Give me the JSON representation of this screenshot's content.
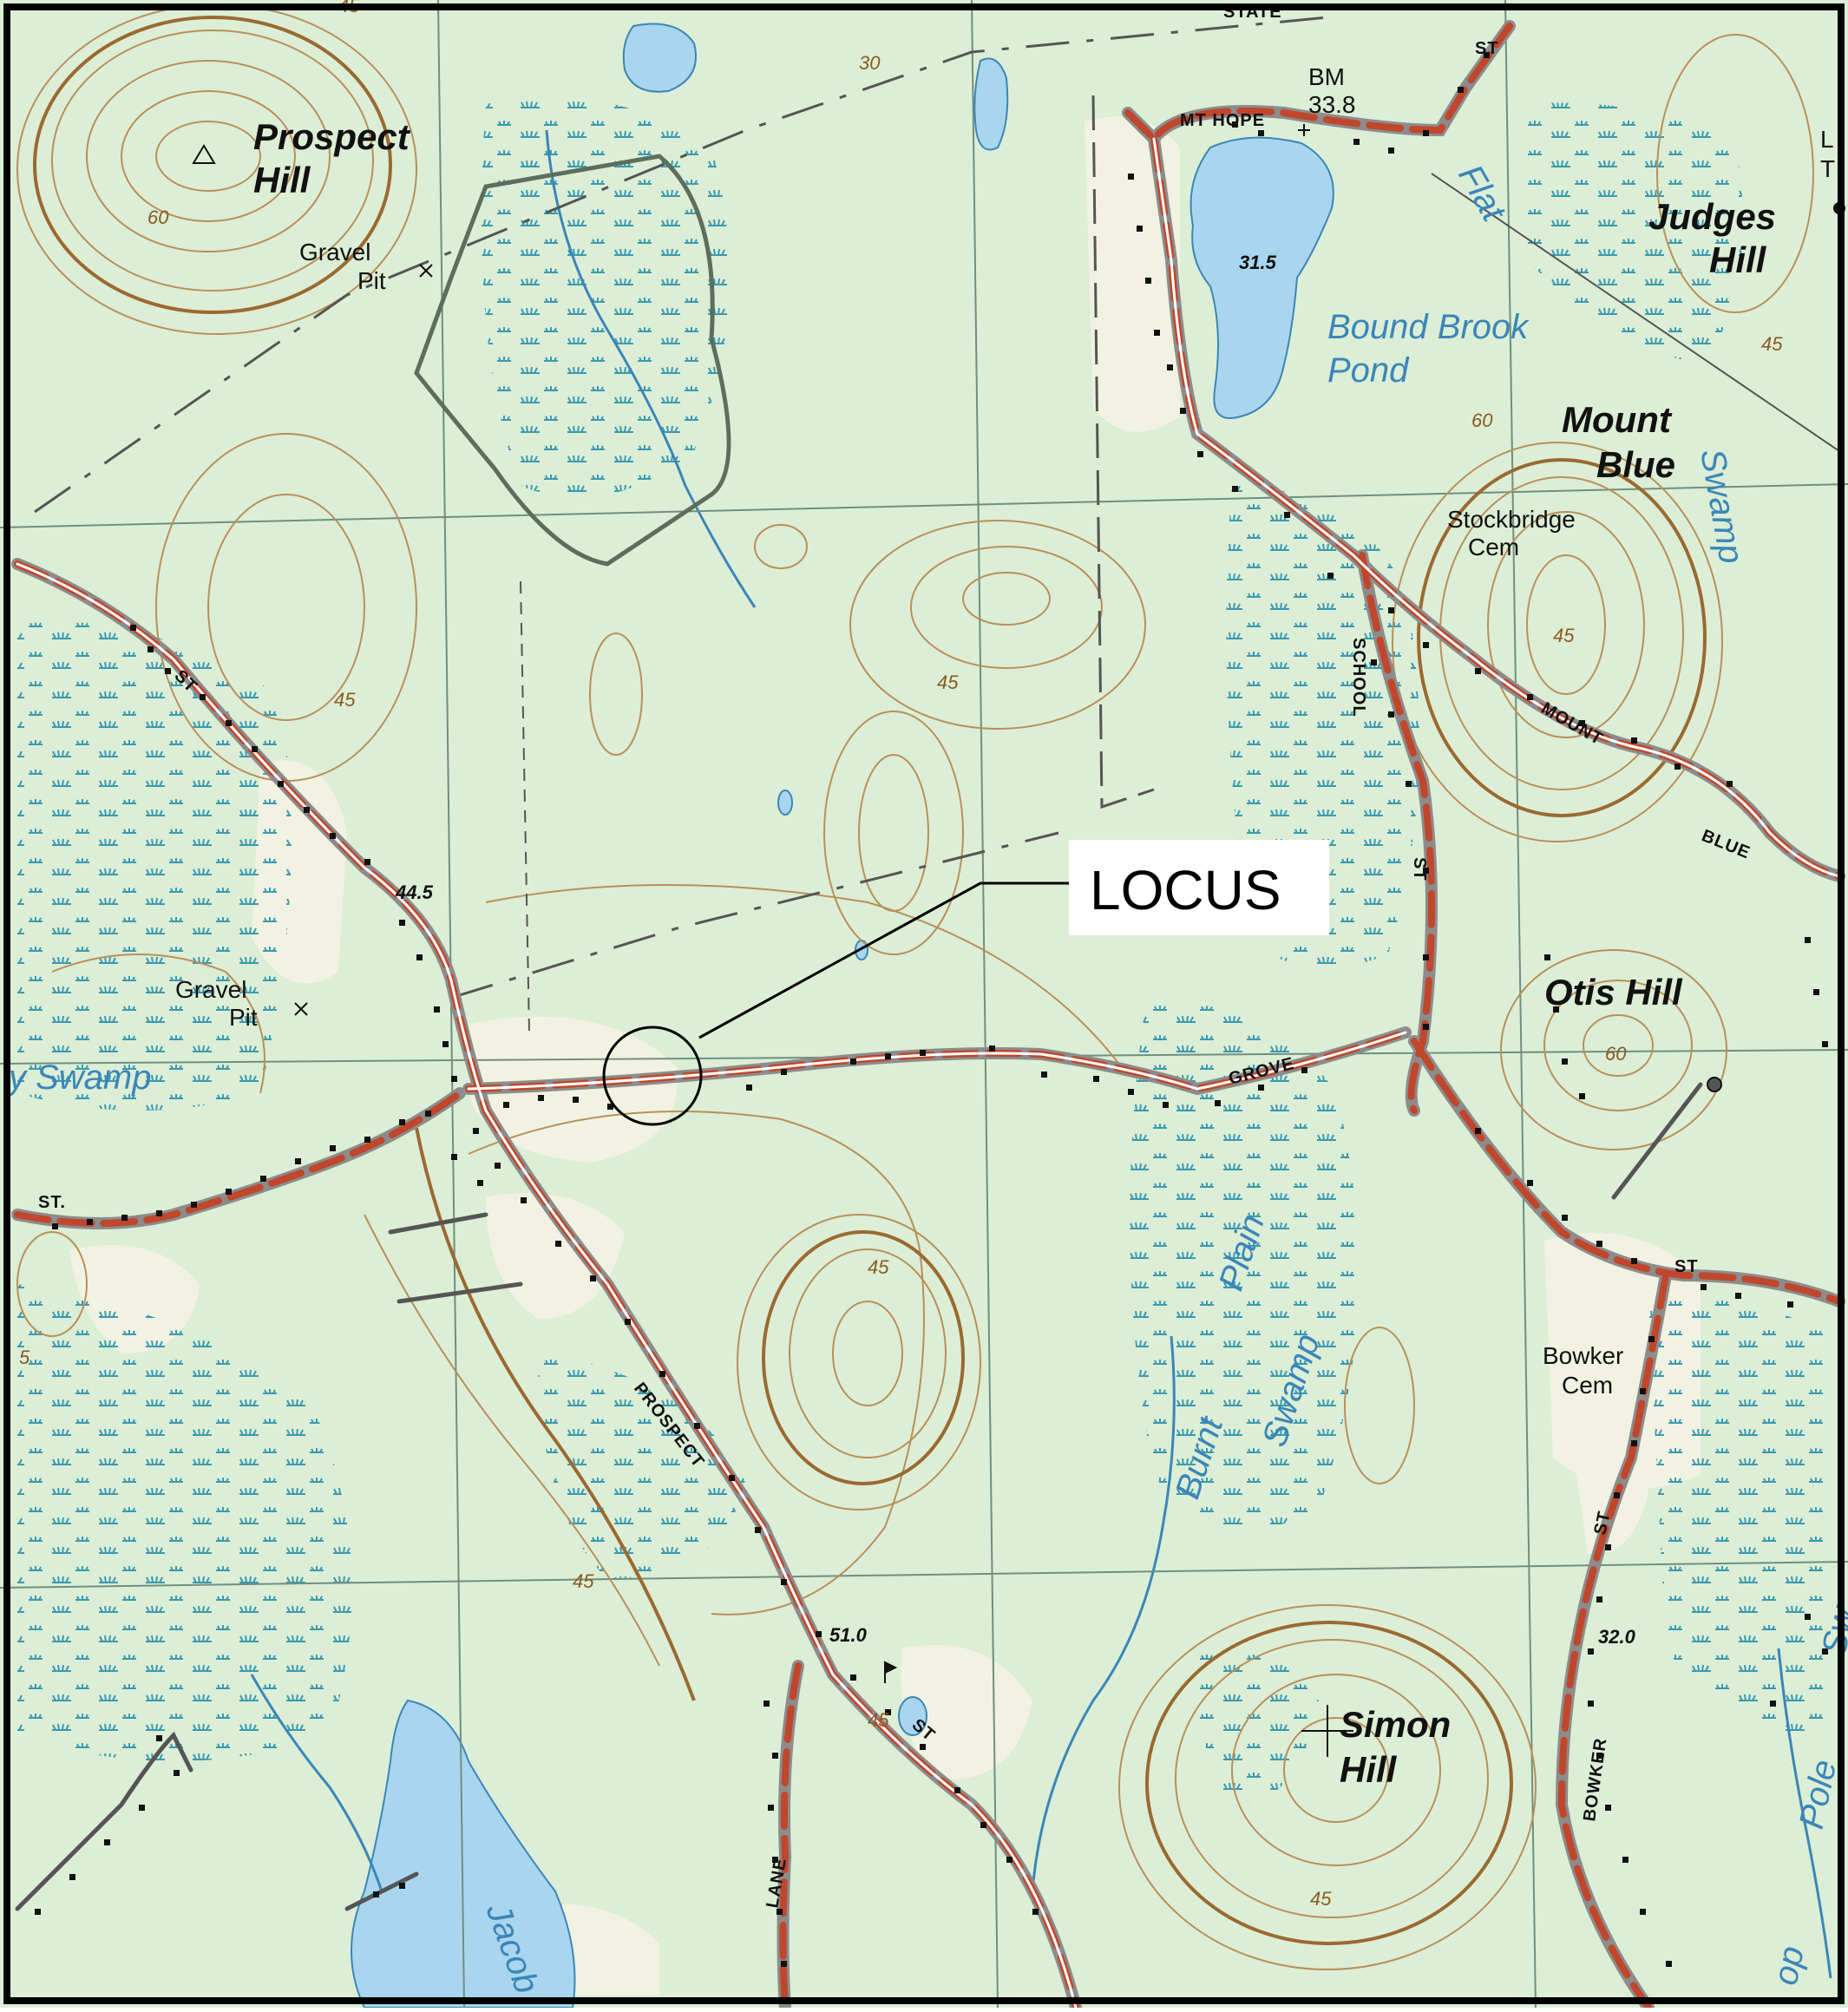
{
  "map": {
    "type": "topographic",
    "colors": {
      "land": "#dceed6",
      "open_land": "#f2f2e2",
      "contour": "#b9905a",
      "index_contour": "#9a6a30",
      "water": "#a9d6ee",
      "water_line": "#3b86b8",
      "road_red": "#c0472c",
      "road_fill": "#ffffff",
      "grid": "#6f8f7f",
      "boundary": "#555555",
      "building": "#111111"
    },
    "labels": {
      "prospect_hill_1": "Prospect",
      "prospect_hill_2": "Hill",
      "gravel_pit_nw_1": "Gravel",
      "gravel_pit_nw_2": "Pit",
      "gravel_pit_w_1": "Gravel",
      "gravel_pit_w_2": "Pit",
      "bm_1": "BM",
      "bm_2": "33.8",
      "mt_hope": "MT HOPE",
      "state": "STATE",
      "st_ne": "ST",
      "judges_hill_1": "Judges",
      "judges_hill_2": "Hill",
      "flat": "Flat",
      "bound_brook_1": "Bound Brook",
      "bound_brook_2": "Pond",
      "pond_elev": "31.5",
      "mount_blue_1": "Mount",
      "mount_blue_2": "Blue",
      "swamp_e": "Swamp",
      "stockbridge_1": "Stockbridge",
      "stockbridge_2": "Cem",
      "school": "SCHOOL",
      "st_school": "ST",
      "mount_road": "MOUNT",
      "blue_road": "BLUE",
      "otis_hill": "Otis  Hill",
      "otis_elev": "60",
      "grove": "GROVE",
      "swamp_w": "y  Swamp",
      "st_nw": "ST",
      "spot_445": "44.5",
      "st_w": "ST.",
      "prospect_road": "PROSPECT",
      "burnt": "Burnt",
      "plain": "Plain",
      "swamp_c": "Swamp",
      "bowker_cem_1": "Bowker",
      "bowker_cem_2": "Cem",
      "st_se": "ST",
      "st_bowker": "ST",
      "spot_510": "51.0",
      "spot_320": "32.0",
      "simon_hill_1": "Simon",
      "simon_hill_2": "Hill",
      "bowker_road": "BOWKER",
      "lane": "LANE",
      "st_s": "ST",
      "jacob": "Jacob",
      "pole": "Pole",
      "swamp_se": "Sw",
      "op": "op",
      "contour_60a": "60",
      "contour_60b": "60",
      "contour_45a": "45",
      "contour_45b": "45",
      "contour_45c": "45",
      "contour_45d": "45",
      "contour_45e": "45",
      "contour_45f": "45",
      "contour_45g": "45",
      "contour_45h": "45",
      "contour_45i": "45",
      "contour_30": "30",
      "contour_5": "5",
      "edge_l": "L",
      "edge_t": "T"
    },
    "callout": {
      "label": "LOCUS"
    }
  }
}
